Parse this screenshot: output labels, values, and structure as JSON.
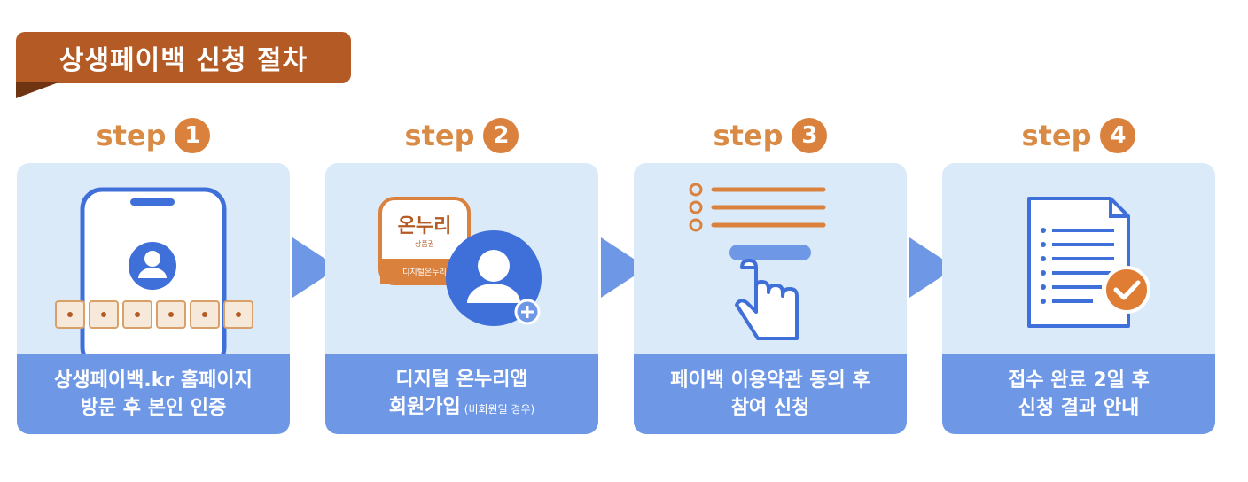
{
  "title": "상생페이백 신청 절차",
  "colors": {
    "title_bg": "#b45a24",
    "step_accent": "#d9813d",
    "card_bg": "#dbeaf8",
    "caption_bg": "#6e98e6",
    "check_badge": "#e07d35"
  },
  "steps": [
    {
      "label": "step",
      "number": "1",
      "icon": "smartphone-identity-icon",
      "caption_line1": "상생페이백.kr 홈페이지",
      "caption_line2": "방문 후 본인 인증",
      "caption_note": ""
    },
    {
      "label": "step",
      "number": "2",
      "icon": "onnuri-app-user-icon",
      "app_logo_text": "온누리",
      "app_logo_sub": "상품권",
      "app_logo_bar": "디지털온누리",
      "caption_line1": "디지털 온누리앱",
      "caption_line2": "회원가입",
      "caption_note": "(비회원일 경우)"
    },
    {
      "label": "step",
      "number": "3",
      "icon": "checklist-tap-icon",
      "caption_line1": "페이백 이용약관 동의 후",
      "caption_line2": "참여 신청",
      "caption_note": ""
    },
    {
      "label": "step",
      "number": "4",
      "icon": "document-check-icon",
      "caption_line1": "접수 완료 2일 후",
      "caption_line2": "신청 결과 안내",
      "caption_note": ""
    }
  ]
}
